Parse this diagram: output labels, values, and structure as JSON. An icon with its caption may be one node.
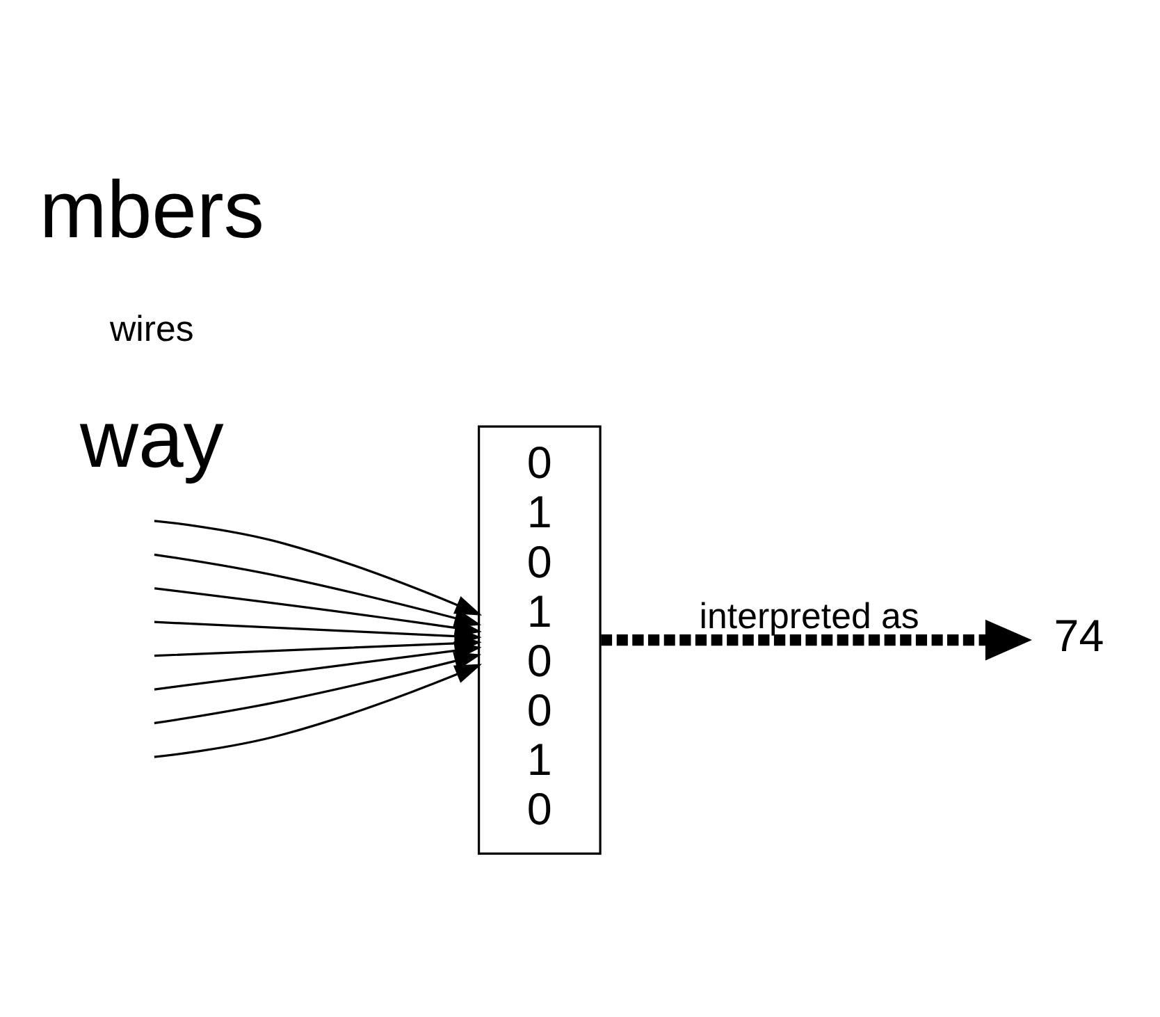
{
  "diagram": {
    "nodes": [
      {
        "text": [
          "0",
          "1",
          "0",
          "1",
          "0",
          "0",
          "1",
          "0"
        ]
      },
      {
        "text": [
          "74"
        ]
      }
    ],
    "edges": [
      {
        "from": null,
        "to": 0,
        "arrow": "to"
      },
      {
        "from": null,
        "to": 0,
        "arrow": "to"
      },
      {
        "from": null,
        "to": 0,
        "arrow": "to"
      },
      {
        "from": null,
        "to": 0,
        "arrow": "to"
      },
      {
        "from": null,
        "to": 0,
        "arrow": "to"
      },
      {
        "from": null,
        "to": 0,
        "arrow": "to"
      },
      {
        "from": null,
        "to": 0,
        "arrow": "to"
      },
      {
        "from": null,
        "to": 0,
        "arrow": "to"
      },
      {
        "from": 0,
        "to": 1,
        "arrow": "to",
        "label": "interpreted as",
        "style": "dashed"
      }
    ],
    "labels": [
      "way",
      "wires",
      "mbers"
    ]
  }
}
